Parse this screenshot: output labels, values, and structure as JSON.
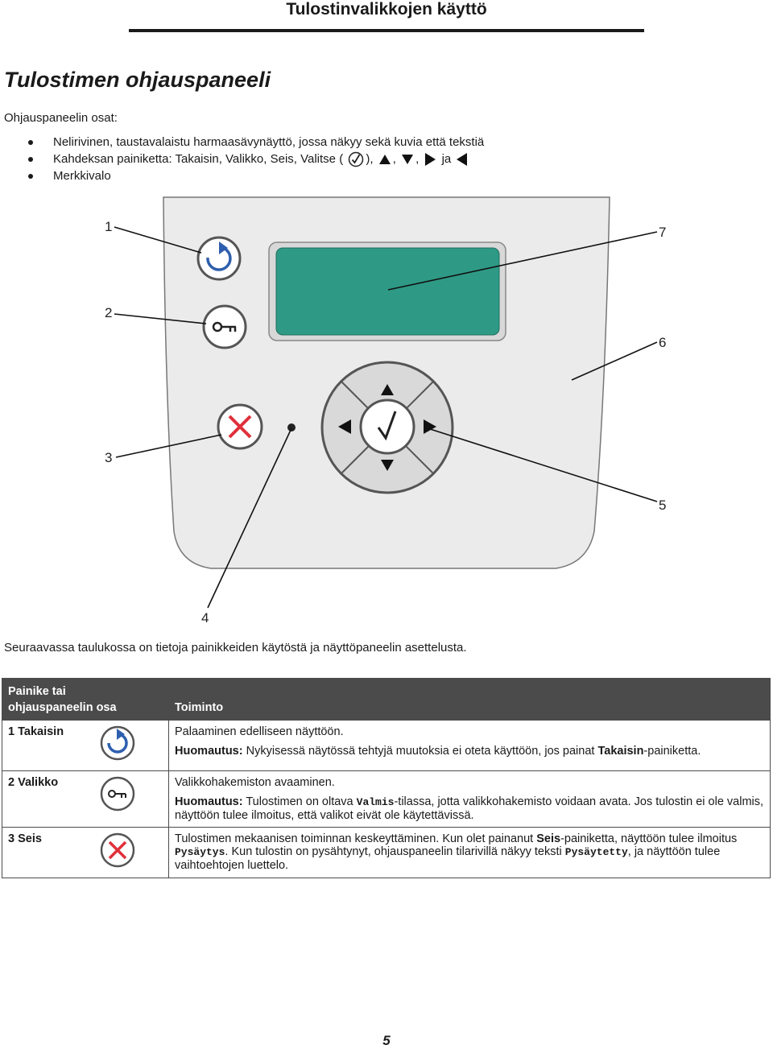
{
  "header": {
    "chapter_title": "Tulostinvalikkojen käyttö"
  },
  "section": {
    "title": "Tulostimen ohjauspaneeli"
  },
  "intro": {
    "text": "Ohjauspaneelin osat:"
  },
  "bullets": {
    "b1": "Nelirivinen, taustavalaistu harmaasävynäyttö, jossa näkyy sekä kuvia että tekstiä",
    "b2_prefix": "Kahdeksan painiketta: Takaisin, Valikko, Seis, Valitse (",
    "b2_close": "),",
    "b2_sep1": ",",
    "b2_sep2": ",",
    "b2_ja": "ja",
    "b3": "Merkkivalo"
  },
  "figure": {
    "callouts": [
      "1",
      "2",
      "3",
      "4",
      "5",
      "6",
      "7"
    ],
    "colors": {
      "panel": "#ebebeb",
      "display": "#2e9a86",
      "stop_x": "#e0303a",
      "back_arrow": "#2e5fae",
      "button_ring": "#555555"
    }
  },
  "table_intro": {
    "text": "Seuraavassa taulukossa on tietoja painikkeiden käytöstä ja näyttöpaneelin asettelusta."
  },
  "table": {
    "header_col1_line1": "Painike tai",
    "header_col1_line2": "ohjauspaneelin osa",
    "header_col2": "Toiminto",
    "rows": [
      {
        "name": "1 Takaisin",
        "icon": "back-icon",
        "main": "Palaaminen edelliseen näyttöön.",
        "note_label": "Huomautus:",
        "note_a": " Nykyisessä näytössä tehtyjä muutoksia ei oteta käyttöön, jos painat ",
        "note_bold": "Takaisin",
        "note_b": "-painiketta."
      },
      {
        "name": "2 Valikko",
        "icon": "menu-key-icon",
        "main": "Valikkohakemiston avaaminen.",
        "note_label": "Huomautus:",
        "note_a": " Tulostimen on oltava ",
        "note_mono": "Valmis",
        "note_b": "-tilassa, jotta valikkohakemisto voidaan avata. Jos tulostin ei ole valmis, näyttöön tulee ilmoitus, että valikot eivät ole käytettävissä."
      },
      {
        "name": "3 Seis",
        "icon": "stop-icon",
        "text_a": "Tulostimen mekaanisen toiminnan keskeyttäminen. Kun olet painanut ",
        "text_bold": "Seis",
        "text_b": "-painiketta, näyttöön tulee ilmoitus ",
        "mono1": "Pysäytys",
        "text_c": ". Kun tulostin on pysähtynyt, ohjauspaneelin tilarivillä näkyy teksti ",
        "mono2": "Pysäytetty",
        "text_d": ", ja näyttöön tulee vaihtoehtojen luettelo."
      }
    ]
  },
  "footer": {
    "page_number": "5"
  }
}
